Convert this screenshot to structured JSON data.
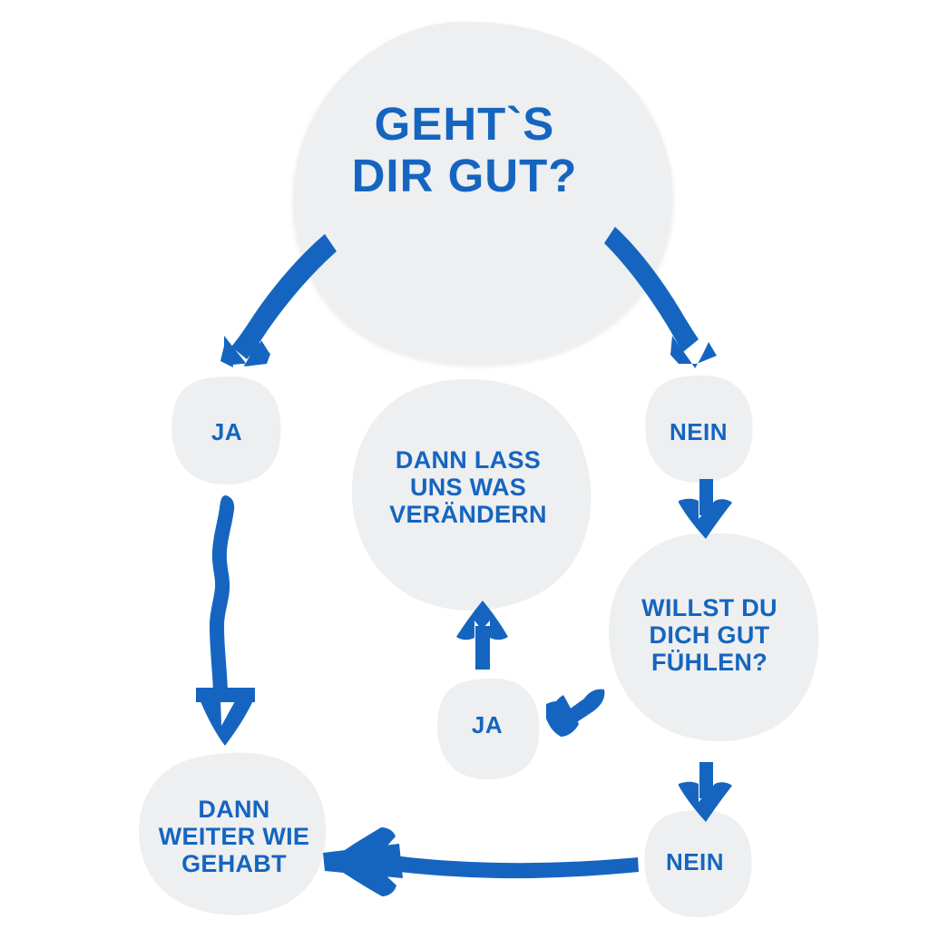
{
  "diagram": {
    "title": "Geht's dir gut? Entscheidungsbaum",
    "language": "de",
    "background_color": "#ffffff",
    "bubble_color": "#edeff0",
    "accent_color": "#1565c0"
  },
  "nodes": {
    "root": {
      "id": "root",
      "text": "GEHT`S\nDIR GUT?",
      "type": "question"
    },
    "ja1": {
      "id": "ja1",
      "text": "JA",
      "type": "answer"
    },
    "nein1": {
      "id": "nein1",
      "text": "NEIN",
      "type": "answer"
    },
    "change": {
      "id": "change",
      "text": "DANN LASS\nUNS WAS\nVERÄNDERN",
      "type": "outcome"
    },
    "willst": {
      "id": "willst",
      "text": "WILLST DU\nDICH GUT\nFÜHLEN?",
      "type": "question"
    },
    "ja2": {
      "id": "ja2",
      "text": "JA",
      "type": "answer"
    },
    "nein2": {
      "id": "nein2",
      "text": "NEIN",
      "type": "answer"
    },
    "gehabt": {
      "id": "gehabt",
      "text": "DANN\nWEITER WIE\nGEHABT",
      "type": "outcome"
    }
  },
  "edges": [
    {
      "from": "root",
      "to": "ja1",
      "style": "curved-arrow",
      "direction": "down-left"
    },
    {
      "from": "root",
      "to": "nein1",
      "style": "curved-arrow",
      "direction": "down-right"
    },
    {
      "from": "ja1",
      "to": "gehabt",
      "style": "wavy-arrow",
      "direction": "down"
    },
    {
      "from": "nein1",
      "to": "willst",
      "style": "short-arrow",
      "direction": "down"
    },
    {
      "from": "willst",
      "to": "ja2",
      "style": "short-arrow",
      "direction": "down-left"
    },
    {
      "from": "ja2",
      "to": "change",
      "style": "short-arrow",
      "direction": "up"
    },
    {
      "from": "willst",
      "to": "nein2",
      "style": "short-arrow",
      "direction": "down"
    },
    {
      "from": "nein2",
      "to": "gehabt",
      "style": "long-arrow",
      "direction": "left"
    }
  ]
}
